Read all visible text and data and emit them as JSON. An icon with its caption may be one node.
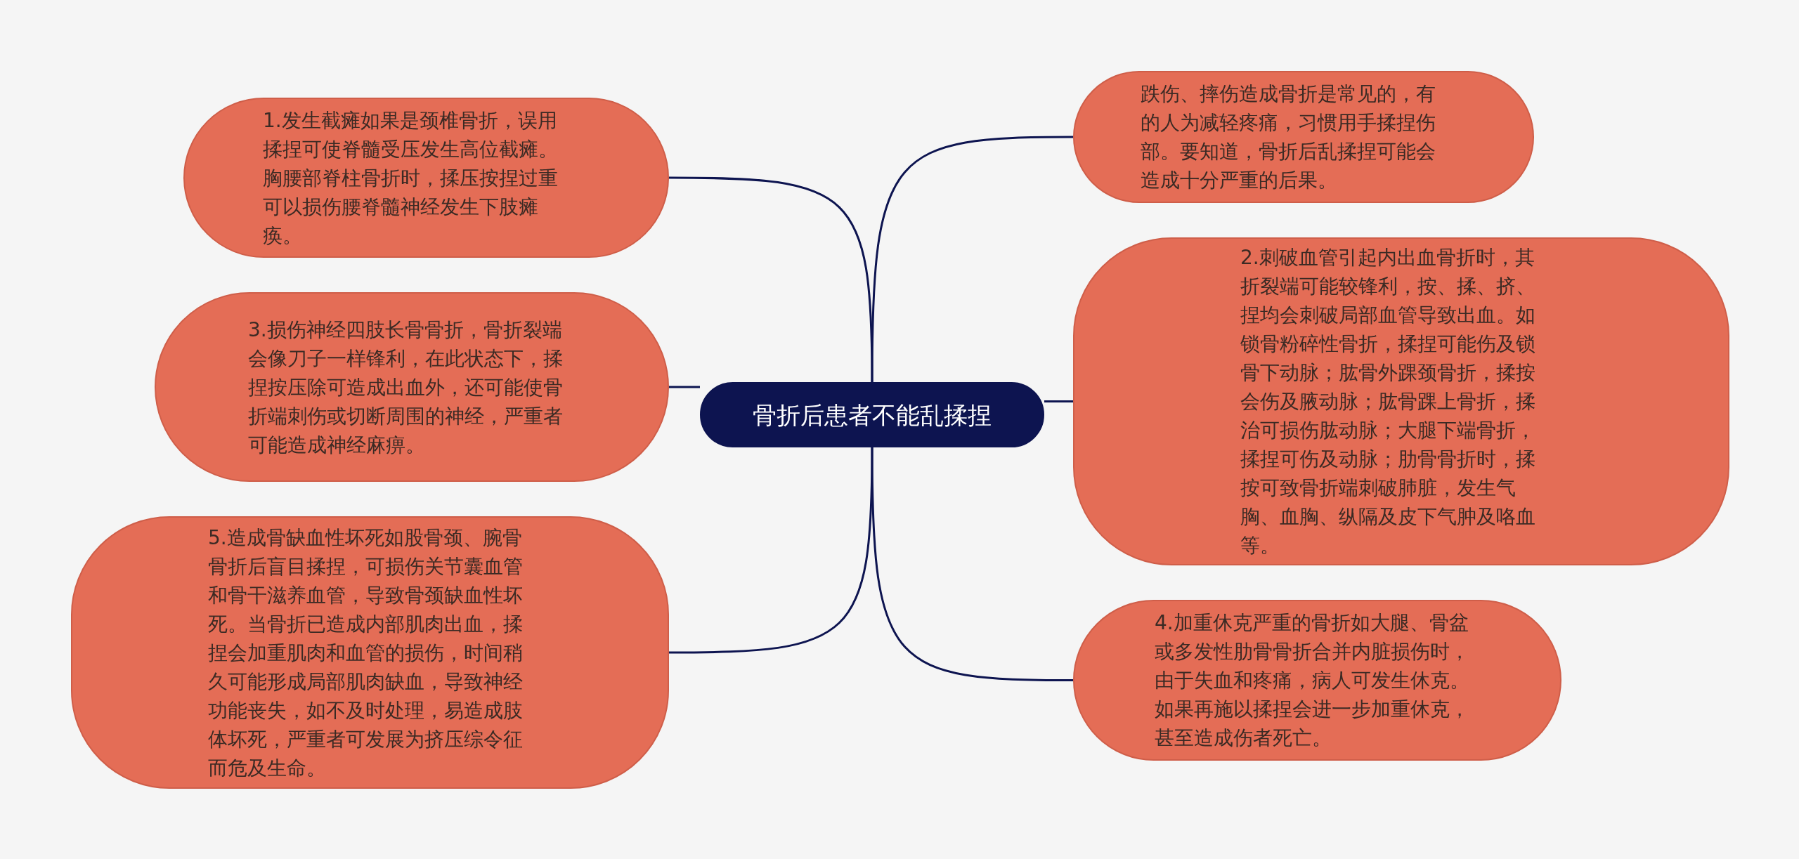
{
  "diagram": {
    "nodes": [
      {
        "text": [
          "骨折后患者不能乱揉捏"
        ]
      },
      {
        "text": [
          "跌伤、摔伤造成骨折是常见的，有的人为减轻疼痛，习惯用手揉捏伤部。要知道，骨折后乱揉捏可能会造成十分严重的后果。"
        ]
      },
      {
        "text": [
          "1.发生截瘫如果是颈椎骨折，误用揉捏可使脊髓受压发生高位截瘫。胸腰部脊柱骨折时，揉压按捏过重可以损伤腰脊髓神经发生下肢瘫痪。"
        ]
      },
      {
        "text": [
          "2.刺破血管引起内出血骨折时，其折裂端可能较锋利，按、揉、挤、捏均会刺破局部血管导致出血。如锁骨粉碎性骨折，揉捏可能伤及锁骨下动脉；肱骨外踝颈骨折，揉按会伤及腋动脉；肱骨踝上骨折，揉治可损伤肱动脉；大腿下端骨折，揉捏可伤及动脉；肋骨骨折时，揉按可致骨折端刺破肺脏，发生气胸、血胸、纵隔及皮下气肿及咯血等。"
        ]
      },
      {
        "text": [
          "3.损伤神经四肢长骨骨折，骨折裂端会像刀子一样锋利，在此状态下，揉捏按压除可造成出血外，还可能使骨折端刺伤或切断周围的神经，严重者可能造成神经麻痹。"
        ]
      },
      {
        "text": [
          "4.加重休克严重的骨折如大腿、骨盆或多发性肋骨骨折合并内脏损伤时，由于失血和疼痛，病人可发生休克。如果再施以揉捏会进一步加重休克，甚至造成伤者死亡。"
        ]
      },
      {
        "text": [
          "5.造成骨缺血性坏死如股骨颈、腕骨骨折后盲目揉捏，可损伤关节囊血管和骨干滋养血管，导致骨颈缺血性坏死。当骨折已造成内部肌肉出血，揉捏会加重肌肉和血管的损伤，时间稍久可能形成局部肌肉缺血，导致神经功能丧失，如不及时处理，易造成肢体坏死，严重者可发展为挤压综令征而危及生命。"
        ]
      }
    ],
    "edges": [
      {
        "from": 0,
        "to": 1,
        "arrow": "none"
      },
      {
        "from": 0,
        "to": 2,
        "arrow": "none"
      },
      {
        "from": 0,
        "to": 3,
        "arrow": "none"
      },
      {
        "from": 0,
        "to": 4,
        "arrow": "none"
      },
      {
        "from": 0,
        "to": 5,
        "arrow": "none"
      },
      {
        "from": 0,
        "to": 6,
        "arrow": "none"
      }
    ]
  }
}
